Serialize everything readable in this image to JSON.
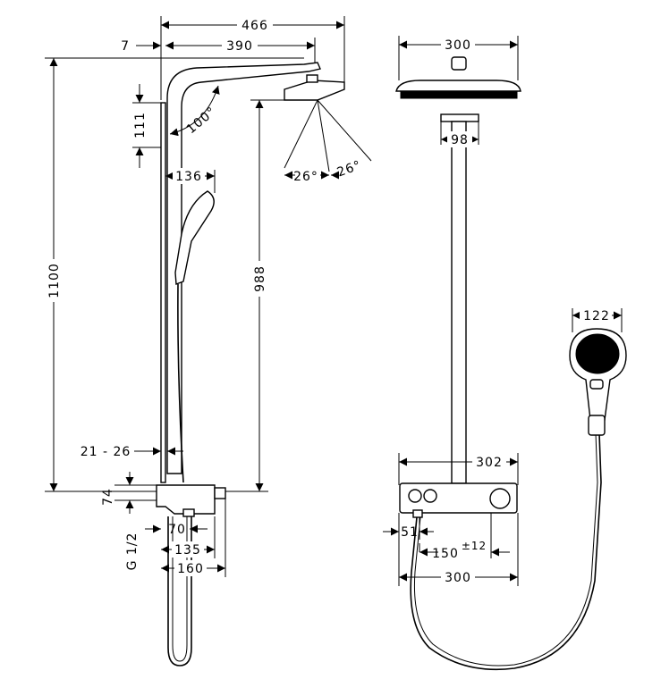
{
  "drawing": {
    "side_view": {
      "width_total": "466",
      "wall_offset": "7",
      "arm_reach": "390",
      "bracket_height": "111",
      "arm_angle": "100°",
      "total_height": "1100",
      "shower_height": "988",
      "head_tilt_left": "26°",
      "head_tilt_right": "26°",
      "handshower_width": "136",
      "wall_gap": "21 - 26",
      "thermostat_height": "74",
      "connection_label": "G 1/2",
      "connection_spacing": "70",
      "body_depth": "135",
      "body_total_depth": "160"
    },
    "front_view": {
      "head_diameter": "300",
      "arm_width": "98",
      "thermostat_width": "302",
      "inlet_offset": "51",
      "inlet_spacing": "150",
      "inlet_tolerance": "±12",
      "base_width": "300",
      "handshower_diameter": "122"
    }
  }
}
